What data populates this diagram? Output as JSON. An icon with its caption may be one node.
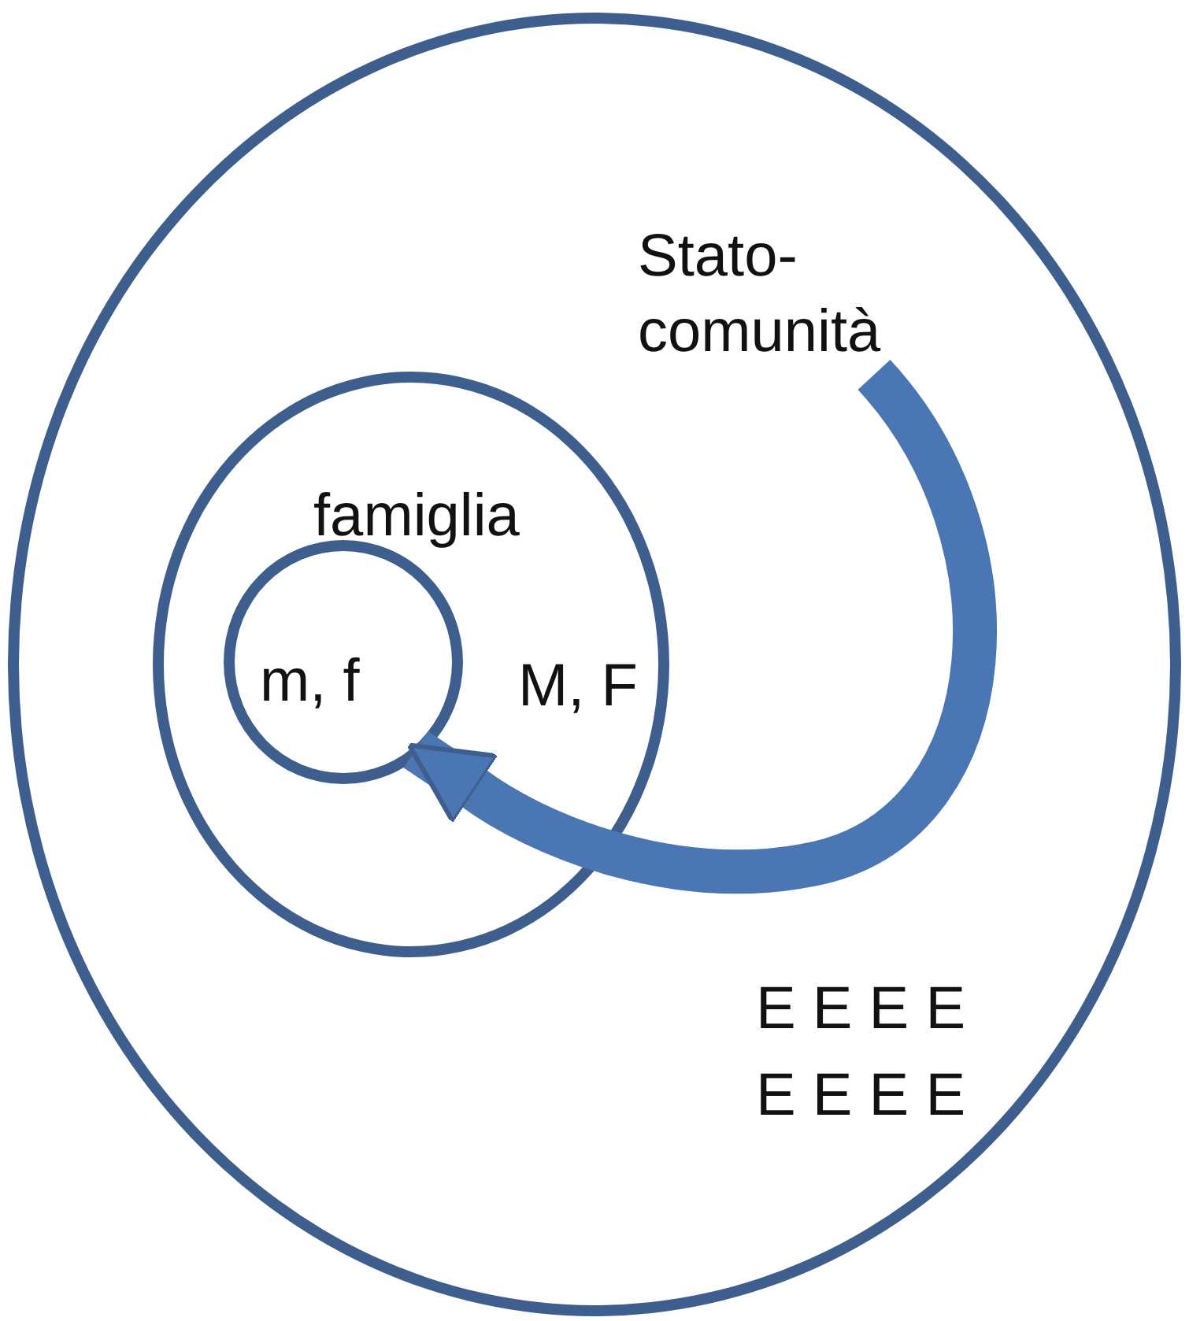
{
  "diagram": {
    "nodes": [
      {
        "text": [
          "Stato-comunità"
        ]
      },
      {
        "text": [
          "famiglia",
          "M, F"
        ],
        "in": 0
      },
      {
        "text": [
          "m, f"
        ],
        "in": 1
      }
    ],
    "edges": [
      {
        "from": null,
        "to": 2,
        "arrow": "to"
      }
    ],
    "labels": [
      "E E E E",
      "E E E E"
    ]
  }
}
